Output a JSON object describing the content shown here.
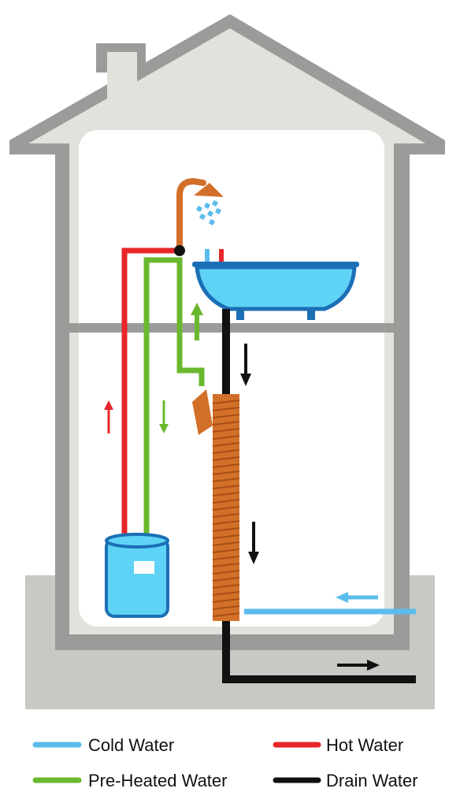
{
  "colors": {
    "cold": "#5bbcec",
    "hot": "#e8262a",
    "preheated": "#6ab82e",
    "drain": "#111111",
    "copper": "#d2702a",
    "house_wall": "#9a9c9a",
    "house_fill": "#e2e2dc",
    "ground": "#c8c8c4",
    "fixture": "#5fd3f5",
    "fixture_outline": "#1b6fb5"
  },
  "legend": {
    "cold": "Cold Water",
    "hot": "Hot Water",
    "preheated": "Pre-Heated Water",
    "drain": "Drain Water"
  },
  "components": {
    "house": "house-outline",
    "shower": "shower-head-icon",
    "sink": "sink-icon",
    "heater": "water-heater-tank-icon",
    "heat_exchanger": "drain-heat-exchanger-coil"
  }
}
